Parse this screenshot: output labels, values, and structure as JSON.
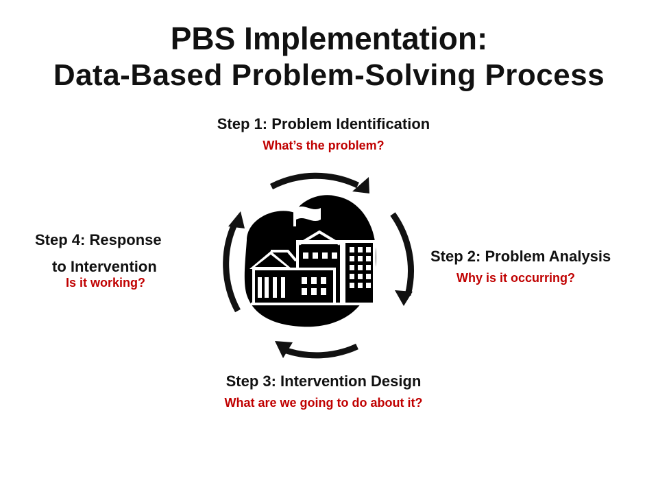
{
  "title": {
    "line1": "PBS Implementation:",
    "line2": "Data-Based Problem-Solving Process"
  },
  "steps": [
    {
      "title": "Step 1: Problem Identification",
      "question": "What’s the problem?"
    },
    {
      "title": "Step 2: Problem Analysis",
      "question": "Why is it occurring?"
    },
    {
      "title": "Step 3: Intervention Design",
      "question": "What are we going to do about it?"
    },
    {
      "title_line1": "Step 4: Response",
      "title_line2": "to Intervention",
      "question": "Is it working?"
    }
  ],
  "colors": {
    "text": "#111111",
    "question": "#c00000",
    "arrow": "#111111",
    "icon": "#000000"
  },
  "icons": {
    "center": "school-building-icon",
    "cycle": "clockwise-cycle-arrows"
  }
}
